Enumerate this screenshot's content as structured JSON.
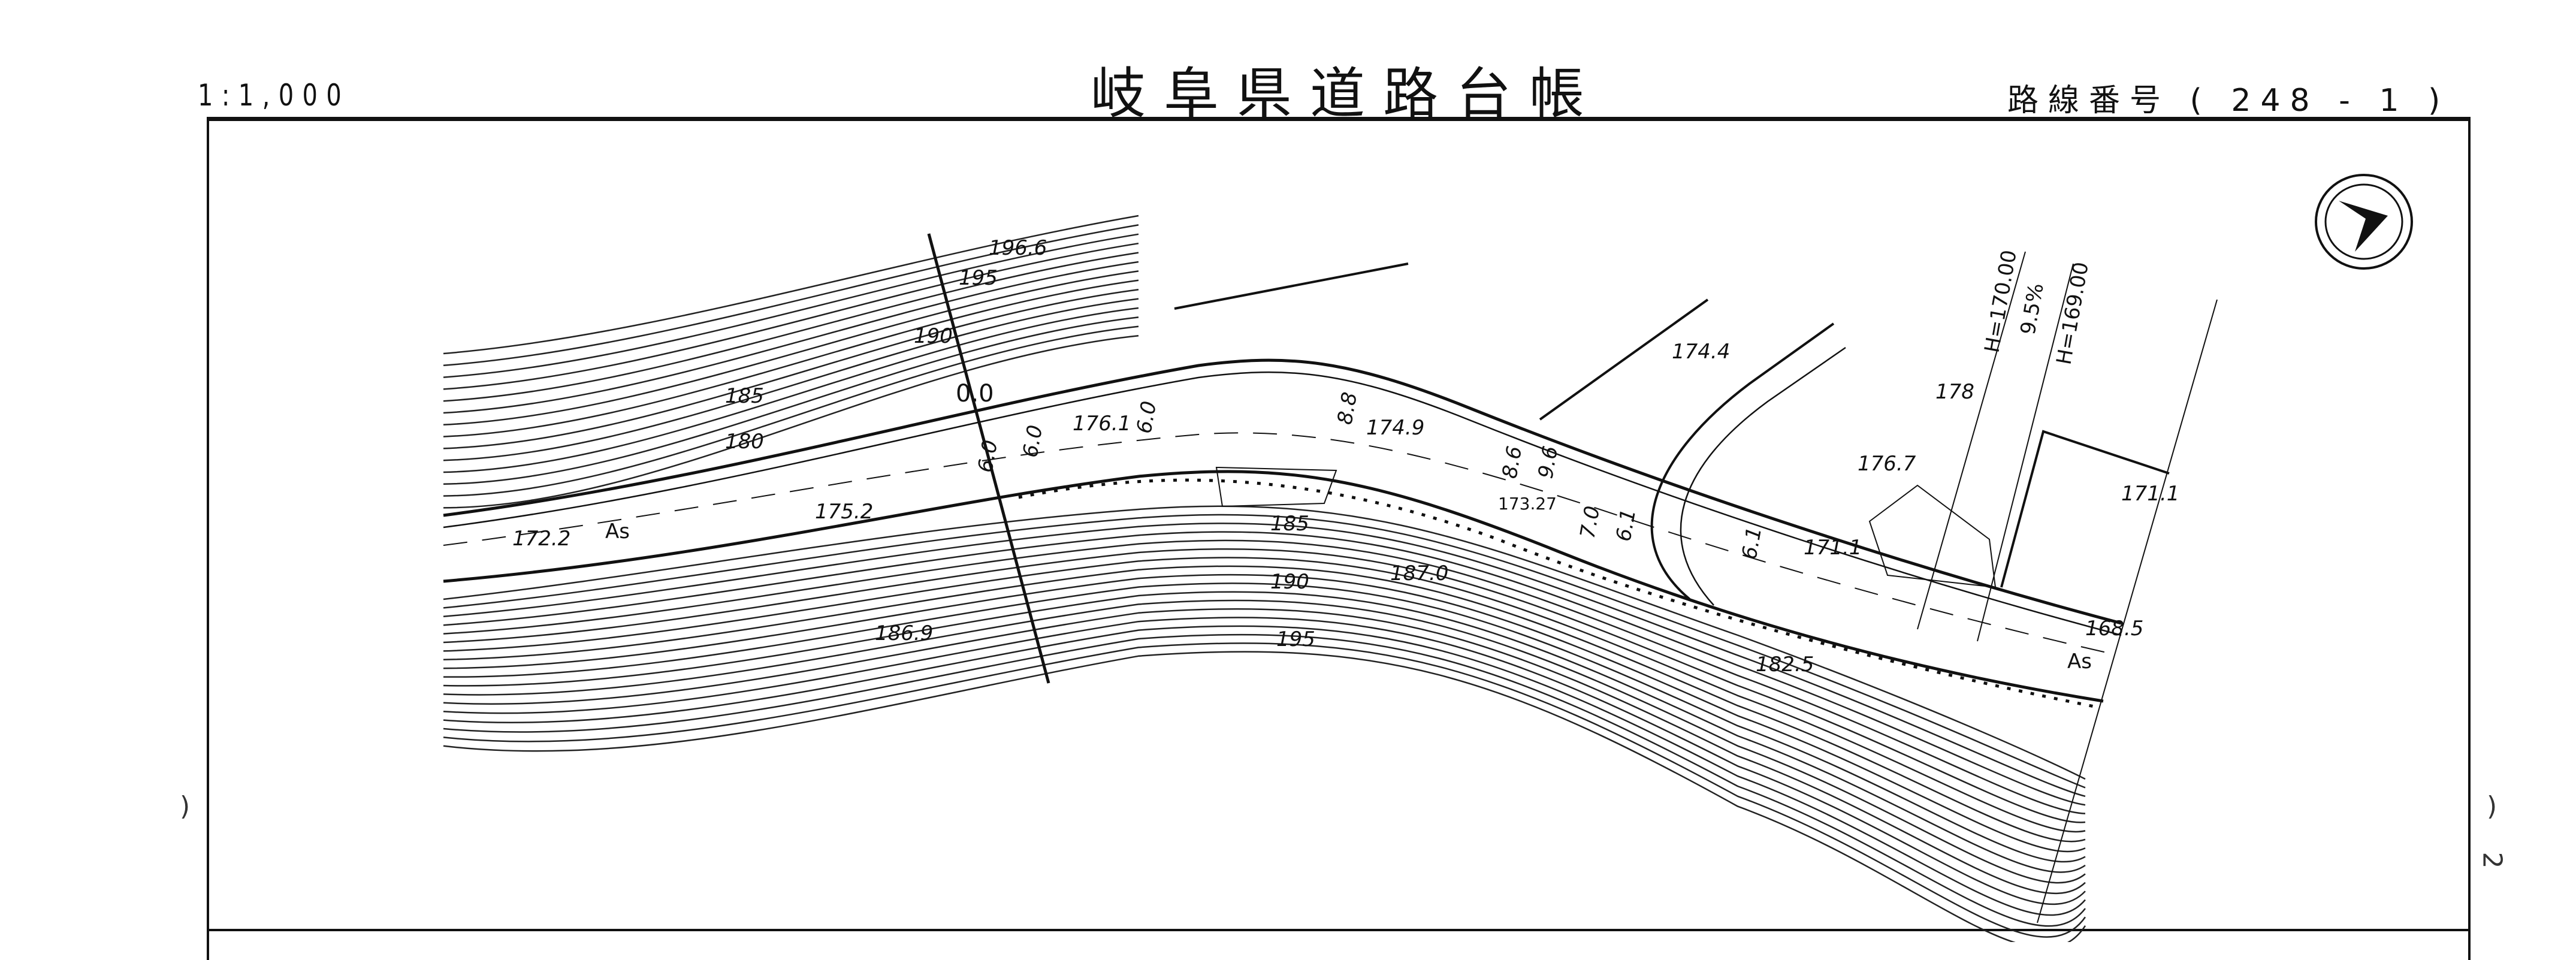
{
  "header": {
    "scale": "1:1,000",
    "title": "岐阜県道路台帳",
    "route_label": "路線番号",
    "route_number": "( 248 - 1 )"
  },
  "map": {
    "elevations": [
      "196.6",
      "195",
      "190",
      "185",
      "180",
      "172.2",
      "175.2",
      "176.1",
      "174.9",
      "173.27",
      "174.4",
      "178",
      "176.7",
      "171.1",
      "171.1",
      "168.5",
      "182.5",
      "185",
      "187.0",
      "190",
      "195",
      "186.9"
    ],
    "widths": [
      "6.0",
      "6.0",
      "6.0",
      "8.8",
      "8.6",
      "9.6",
      "7.0",
      "6.1",
      "6.1"
    ],
    "surface_labels": [
      "As",
      "As"
    ],
    "station": "0.0",
    "grade_lines": [
      "H=170.00",
      "9.5%",
      "H=169.00"
    ]
  },
  "margin_marks": {
    "left": ")",
    "right_top": ")",
    "right_page": "2"
  },
  "north_arrow": "north-arrow-icon"
}
